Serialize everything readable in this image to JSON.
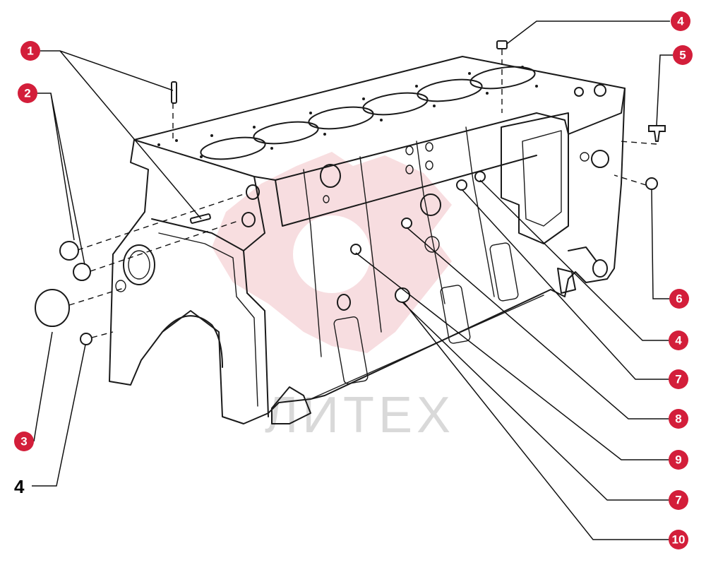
{
  "watermark": {
    "text": "ЛИТЕХ",
    "color": "#f2c2c7"
  },
  "colors": {
    "badge": "#d31e3a",
    "line": "#1a1a1a"
  },
  "callouts": [
    {
      "label": "1"
    },
    {
      "label": "2"
    },
    {
      "label": "3"
    },
    {
      "label": "4",
      "style": "plain"
    },
    {
      "label": "4"
    },
    {
      "label": "5"
    },
    {
      "label": "6"
    },
    {
      "label": "4"
    },
    {
      "label": "7"
    },
    {
      "label": "8"
    },
    {
      "label": "9"
    },
    {
      "label": "7"
    },
    {
      "label": "10"
    }
  ]
}
